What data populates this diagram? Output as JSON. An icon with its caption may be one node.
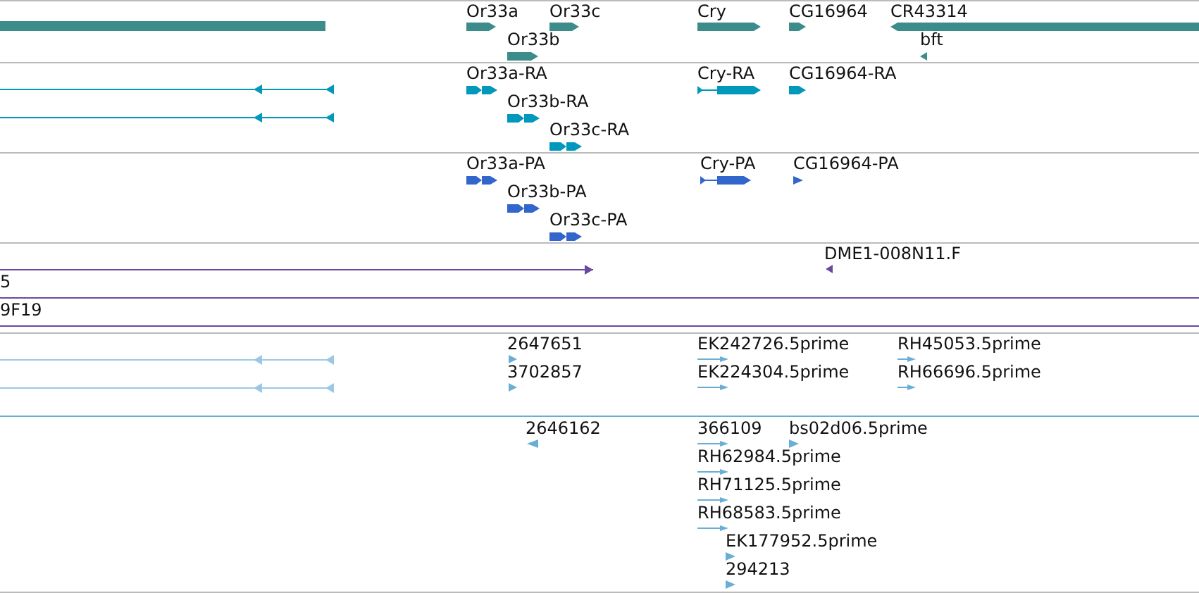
{
  "diagram": {
    "labels": [
      "Or33a",
      "Or33c",
      "Cry",
      "CG16964",
      "CR43314",
      "Or33b",
      "bft",
      "Or33a-RA",
      "Cry-RA",
      "CG16964-RA",
      "Or33b-RA",
      "Or33c-RA",
      "Or33a-PA",
      "Cry-PA",
      "CG16964-PA",
      "Or33b-PA",
      "Or33c-PA",
      "DME1-008N11.F",
      "5",
      "9F19",
      "2647651",
      "EK242726.5prime",
      "RH45053.5prime",
      "3702857",
      "EK224304.5prime",
      "RH66696.5prime",
      "2646162",
      "366109",
      "bs02d06.5prime",
      "RH62984.5prime",
      "RH71125.5prime",
      "RH68583.5prime",
      "EK177952.5prime",
      "294213"
    ]
  }
}
